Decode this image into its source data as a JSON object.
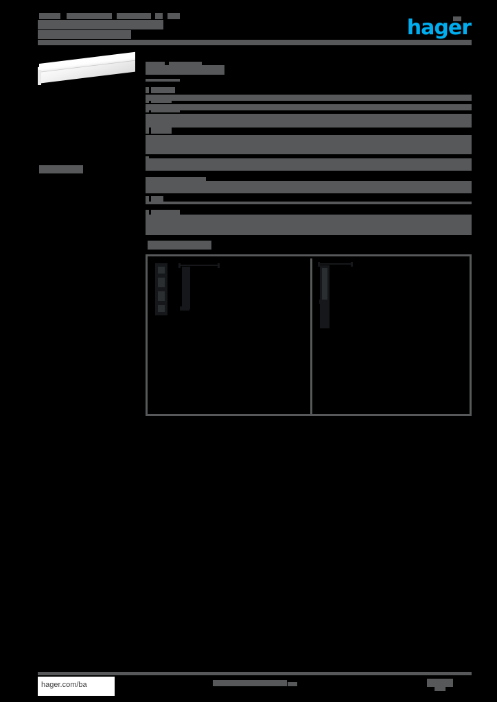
{
  "document": {
    "kind": "product-datasheet",
    "page_background": "#000000",
    "redaction_color": "#565859",
    "brand_color": "#00AEEF"
  },
  "header": {
    "logo_text": "hager",
    "title_line_1": "",
    "title_line_2": "",
    "title_line_3": ""
  },
  "sidebar": {
    "product_image_alt": "white trunking profile",
    "caption": ""
  },
  "main": {
    "section_1_heading": "",
    "section_2_heading": "",
    "section_3_heading": "",
    "table_1": {
      "rows": [
        {
          "label": "",
          "value": ""
        },
        {
          "label": "",
          "value": ""
        },
        {
          "label": "",
          "value": ""
        },
        {
          "label": "",
          "value": ""
        },
        {
          "label": "",
          "value": ""
        }
      ]
    },
    "table_2": {
      "rows": [
        {
          "label": "",
          "value": ""
        },
        {
          "label": "",
          "value": ""
        },
        {
          "label": "",
          "value": ""
        },
        {
          "label": "",
          "value": ""
        }
      ]
    },
    "drawings": {
      "left_panel_caption": "",
      "right_panel_caption": ""
    }
  },
  "footer": {
    "url": "hager.com/ba",
    "center_text": "",
    "page_indicator": ""
  }
}
